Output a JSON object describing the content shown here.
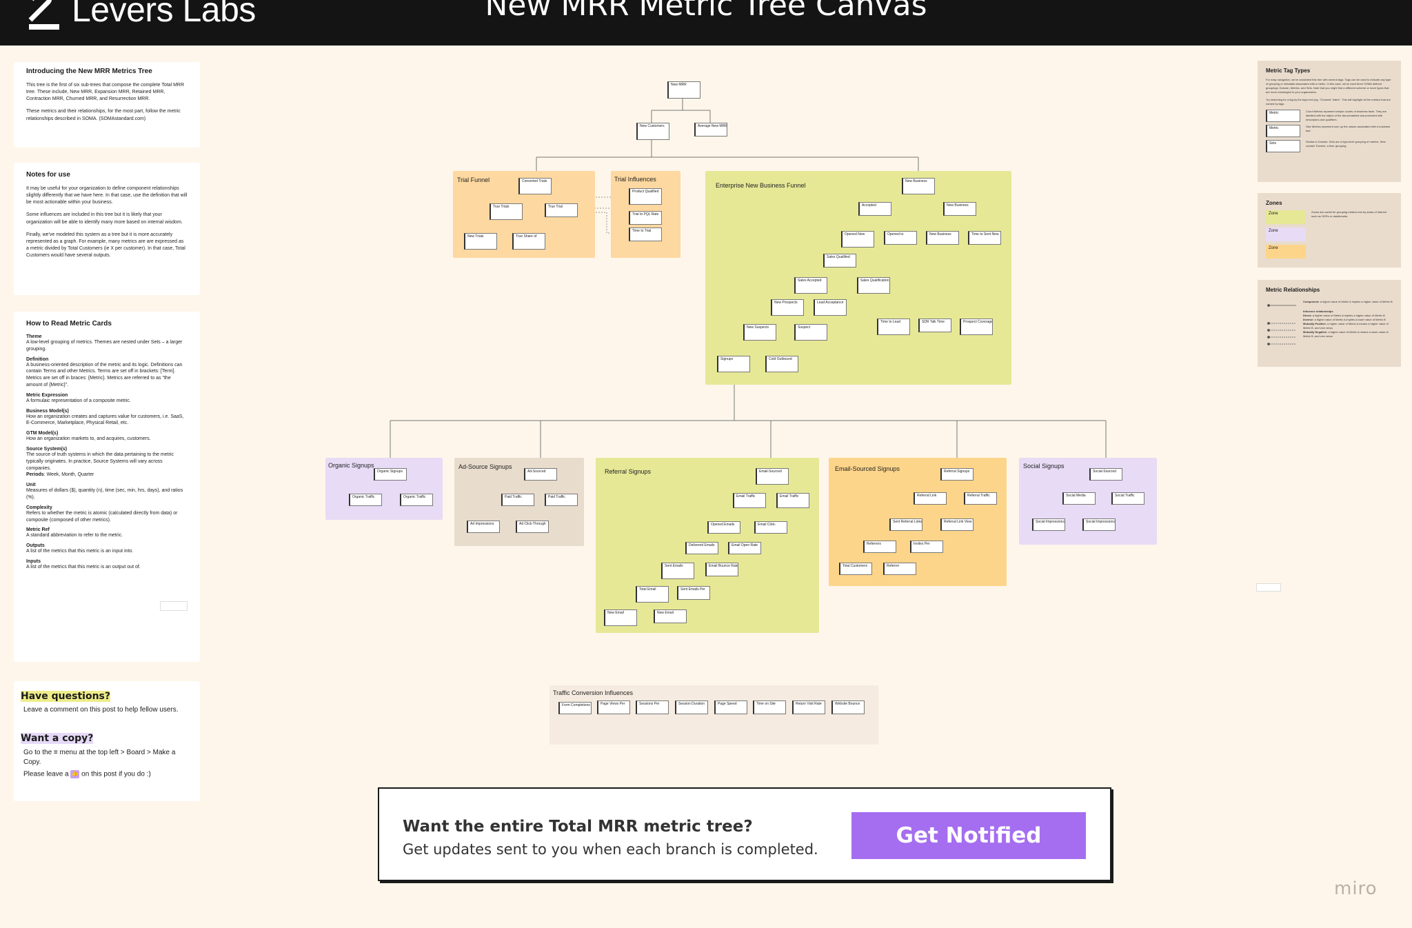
{
  "header": {
    "logo_text": "Levers Labs",
    "title": "New MRR Metric Tree Canvas"
  },
  "intro": {
    "title": "Introducing the New MRR Metrics Tree",
    "p1": "This tree is the first of six sub-trees that compose the complete Total MRR tree. These include, New MRR, Expansion MRR, Retained MRR, Contraction MRR, Churned MRR, and Resurrection MRR.",
    "p2": "These metrics and their relationships, for the most part, follow the metric relationships described in SOMA. (SOMAstandard.com)"
  },
  "notes": {
    "title": "Notes for use",
    "p1": "It may be useful for your organization to define component relationships slightly differently that we have here. In that case, use the definition that will be most actionable within your business.",
    "p2": "Some influences are included in this tree but it is likely that your organization will be able to identify many more based on internal wisdom.",
    "p3": "Finally, we've modeled this system as a tree but it is more accurately represented as a graph. For example, many metrics are are expressed as a metric divided by Total Customers (ie X per customer). In that case, Total Customers would have several outputs."
  },
  "howto": {
    "title": "How to Read Metric Cards",
    "items": [
      {
        "term": "Theme",
        "def": "A low-level grouping of metrics. Themes are nested under Sets – a larger grouping."
      },
      {
        "term": "Definition",
        "def": "A business-oriented description of the metric and its logic. Definitions can contain Terms and other Metrics. Terms are set off in brackets: [Term]. Metrics are set off in braces: {Metric}. Metrics are referred to as \"the amount of {Metric}\"."
      },
      {
        "term": "Metric Expression",
        "def": "A formulaic representation of a composite metric."
      },
      {
        "term": "Business Model(s)",
        "def": "How an organization creates and captures value for customers, i.e. SaaS, E-Commerce, Marketplace, Physical Retail, etc."
      },
      {
        "term": "GTM Model(s)",
        "def": "How an organization markets to, and acquires, customers."
      },
      {
        "term": "Source System(s)",
        "def": "The source of truth systems in which the data pertaining to the metric typically originates. In practice, Source Systems will vary across companies."
      },
      {
        "term": "Periods",
        "def": "Week, Month, Quarter"
      },
      {
        "term": "Unit",
        "def": "Measures of dollars ($), quantity (n), time (sec, min, hrs, days), and ratios (%)."
      },
      {
        "term": "Complexity",
        "def": "Refers to whether the metric is atomic (calculated directly from data) or composite (composed of other metrics)."
      },
      {
        "term": "Metric Ref",
        "def": "A standard abbreviation to refer to the metric."
      },
      {
        "term": "Outputs",
        "def": "A list of the metrics that this metric is an input into."
      },
      {
        "term": "Inputs",
        "def": "A list of the metrics that this metric is an output out of."
      }
    ]
  },
  "questions": {
    "title": "Have questions?",
    "text": "Leave a comment on this post to help fellow users.",
    "copy_title": "Want a copy?",
    "copy_text": "Go to the ≡ menu at the top left > Board > Make a Copy.",
    "leave_text_a": "Please leave a",
    "leave_text_b": "on this post if you do :)"
  },
  "zones": {
    "trial_funnel": "Trial Funnel",
    "trial_influences": "Trial Influences",
    "enterprise": "Enterprise New Business Funnel",
    "organic": "Organic Signups",
    "adsource": "Ad-Source Signups",
    "referral": "Referral Signups",
    "email": "Email-Sourced Signups",
    "social": "Social Signups",
    "traffic": "Traffic Conversion Influences"
  },
  "metrics": {
    "new_mrr": "New MRR",
    "new_customers": "New Customers",
    "avg_new_mrr": "Average New MRR",
    "converted_trials": "Converted Trials",
    "true_trials": "True Trials",
    "true_trial": "True Trial",
    "new_trials": "New Trials",
    "true_share": "True Share of",
    "product_qualified": "Product Qualified",
    "trial_pql": "Trial to PQL Rate",
    "time_trial": "Time to Trial",
    "new_business": "New Business",
    "accepted": "Accepted",
    "new_business2": "New Business",
    "opened_new": "Opened New",
    "opened_to": "Opened to",
    "new_business3": "New Business",
    "time_sent_new": "Time to Sent New",
    "sales_qualified": "Sales Qualified",
    "sales_accepted": "Sales Accepted",
    "sales_qualification": "Sales Qualification",
    "new_prospects": "New Prospects",
    "lead_acceptance": "Lead Acceptance",
    "time_lead": "Time to Lead",
    "sdr_talk": "SDR Talk Time",
    "prospect_cov": "Prospect Coverage",
    "new_suspects": "New Suspects",
    "suspect": "Suspect",
    "signups": "Signups",
    "cold_outbound": "Cold Outbound",
    "organic_signups": "Organic Signups",
    "organic_traffic1": "Organic Traffic",
    "organic_traffic2": "Organic Traffic",
    "ad_sourced": "Ad-Sourced",
    "paid_traffic1": "Paid Traffic",
    "paid_traffic2": "Paid Traffic",
    "ad_impressions": "Ad Impressions",
    "ad_click": "Ad Click-Through",
    "email_sourced": "Email-Sourced",
    "email_traffic1": "Email Traffic",
    "email_traffic2": "Email Traffic",
    "opened_emails": "Opened Emails",
    "email_click": "Email Click-",
    "delivered_emails": "Delivered Emails",
    "email_open": "Email Open Rate",
    "sent_emails": "Sent Emails",
    "email_bounce": "Email Bounce Rate",
    "total_email": "Total Email",
    "sent_emails_per": "Sent Emails Per",
    "new_email1": "New Email",
    "new_email2": "New Email",
    "referral_signups": "Referral Signups",
    "referral_link": "Referral Link",
    "referral_traffic": "Referral Traffic",
    "sent_ref_links": "Sent Referral Links",
    "ref_link_view": "Referral Link View",
    "referrers": "Referrers",
    "invites_per": "Invites Per",
    "total_customers": "Total Customers",
    "referrer": "Referrer",
    "social_sourced": "Social-Sourced",
    "social_media": "Social Media",
    "social_traffic": "Social Traffic",
    "social_imp1": "Social Impressions",
    "social_imp2": "Social Impressions",
    "form_completions": "Form Completions",
    "page_views_per": "Page Views Per",
    "sessions_per": "Sessions Per",
    "session_duration": "Session Duration",
    "page_speed": "Page Speed",
    "time_on_site": "Time on Site",
    "return_visit": "Return Visit Rate",
    "website_bounce": "Website Bounce"
  },
  "legend": {
    "tag_title": "Metric Tag Types",
    "tag_desc": "For easy navigation, we've annotated this tree with several tags. Tags can be used to indicate any type of grouping or metadata associated with a metric. In this case, we've used three SOMA defined groupings: Domain, Metrics, and Sets. Note that you might find a different scheme or more types that are more meaningful to your organization.",
    "tag_tip": "Try searching for a tag by the tag's text (eg. \"Channel: Sales\". This will highlight all the metrics that are named by tags.",
    "tags": [
      {
        "label": "Metric",
        "desc": "Count Metrics represent simple counts of business facts. They are labelled with the object of the fact pluralized and preceded with descriptors and qualifiers."
      },
      {
        "label": "Metric",
        "desc": "Size Metrics represent sum up the values associated with a business fact."
      },
      {
        "label": "Sets",
        "desc": "Similar to Domain. Sets are a high-level grouping of metrics. Sets contain Themes, a finer grouping."
      }
    ],
    "zones_title": "Zones",
    "zones_desc": "Zones are useful for grouping metrics into by areas of interest such as OKRs or dashboards.",
    "zone_labels": [
      "Zone",
      "Zone",
      "Zone"
    ],
    "zone_colors": [
      "#e6e896",
      "#e7dbf6",
      "#fdd58a"
    ],
    "rel_title": "Metric Relationships",
    "rel_component_term": "Component:",
    "rel_component": "a higher value of Metric A implies a higher value of Metric B",
    "rel_influence_title": "Influence relationships",
    "rel_items": [
      {
        "term": "Direct:",
        "desc": "a higher value of Metric A implies a higher value of Metric B"
      },
      {
        "term": "Inverse:",
        "desc": "a higher value of Metric A implies a lower value of Metric B"
      },
      {
        "term": "Mutually Positive:",
        "desc": "a higher value of Metric A means a higher value of Metric B, and vice versa"
      },
      {
        "term": "Mutually Negative:",
        "desc": "a higher value of Metric A means a lower value of Metric B, and vice versa"
      }
    ]
  },
  "cta": {
    "headline": "Want the entire Total MRR metric tree?",
    "subline": "Get updates sent to you when each branch is completed.",
    "button": "Get Notified"
  },
  "watermark": "miro",
  "colors": {
    "background": "#fef6ea",
    "header": "#141414",
    "zone_orange": "#fdd58a",
    "zone_green": "#e6e896",
    "zone_purple": "#e7dbf6",
    "zone_tan": "#e8dccc",
    "button": "#a56ef0"
  }
}
